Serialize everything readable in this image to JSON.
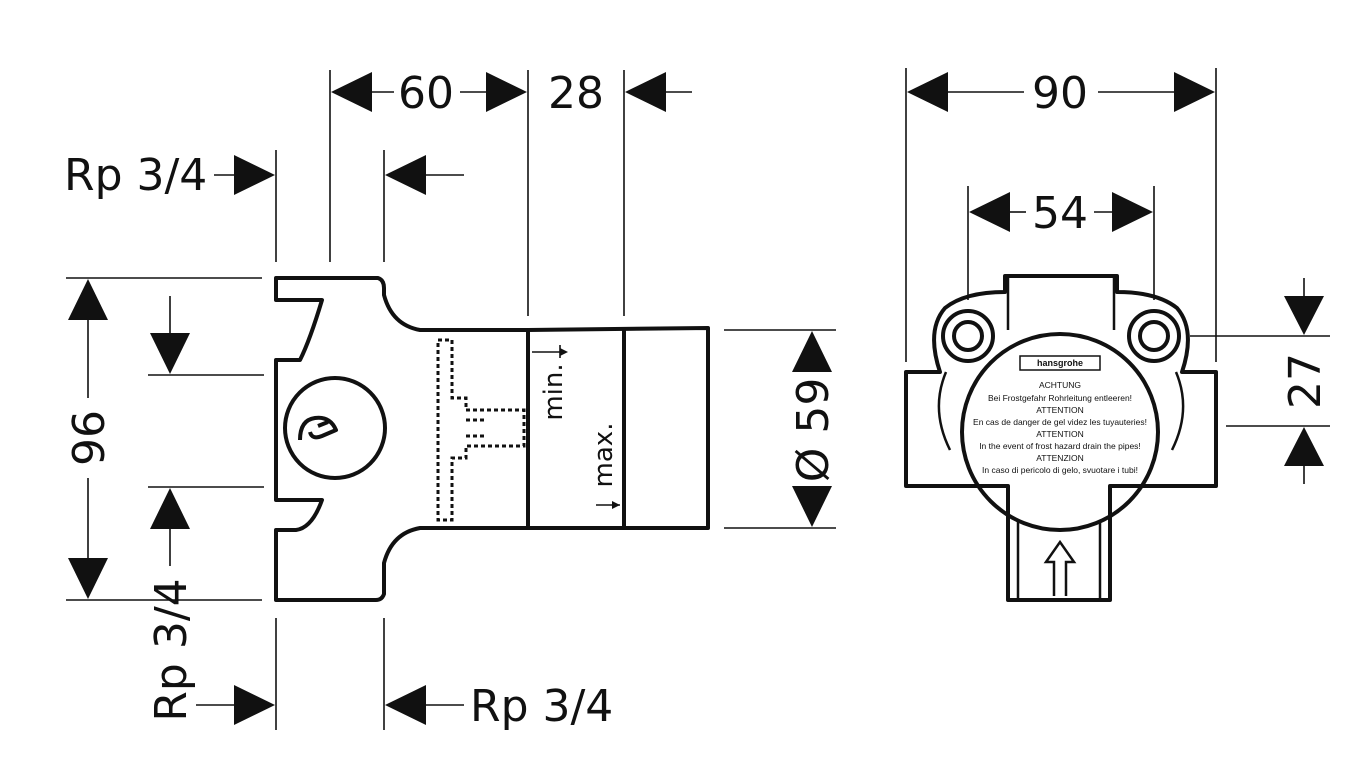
{
  "dimensions": {
    "rp_top": "Rp 3/4",
    "dim_60": "60",
    "dim_28": "28",
    "dim_96": "96",
    "rp_left": "Rp 3/4",
    "rp_bottom": "Rp 3/4",
    "min": "min.",
    "max": "max.",
    "dia_59": "Ø 59",
    "dim_90": "90",
    "dim_54": "54",
    "dim_27": "27"
  },
  "label": {
    "brand": "hansgrohe",
    "lines": [
      "ACHTUNG",
      "Bei Frostgefahr Rohrleitung entleeren!",
      "ATTENTION",
      "En cas de danger de gel videz les tuyauteries!",
      "ATTENTION",
      "In the event of frost hazard drain the pipes!",
      "ATTENZION",
      "In caso di pericolo di gelo, svuotare i tubi!"
    ]
  }
}
